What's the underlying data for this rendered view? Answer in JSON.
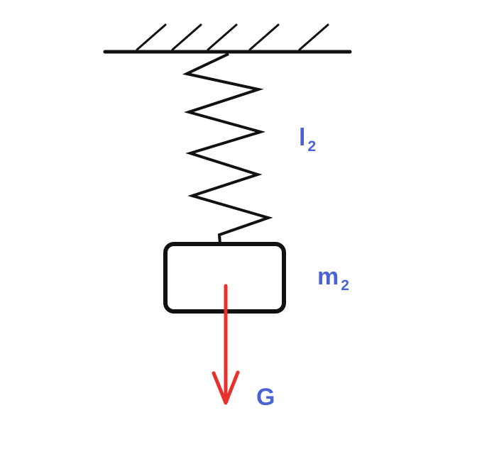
{
  "diagram": {
    "type": "physics-free-body-diagram",
    "description": "Mass hanging from a spring attached to a hatched ceiling, with downward gravity force arrow",
    "labels": {
      "spring": {
        "main": "l",
        "sub": "2"
      },
      "mass": {
        "main": "m",
        "sub": "2"
      },
      "force": "G"
    },
    "colors": {
      "ink": "#111111",
      "label_blue": "#4a63d4",
      "force_red": "#e8312d",
      "background": "#ffffff"
    }
  }
}
